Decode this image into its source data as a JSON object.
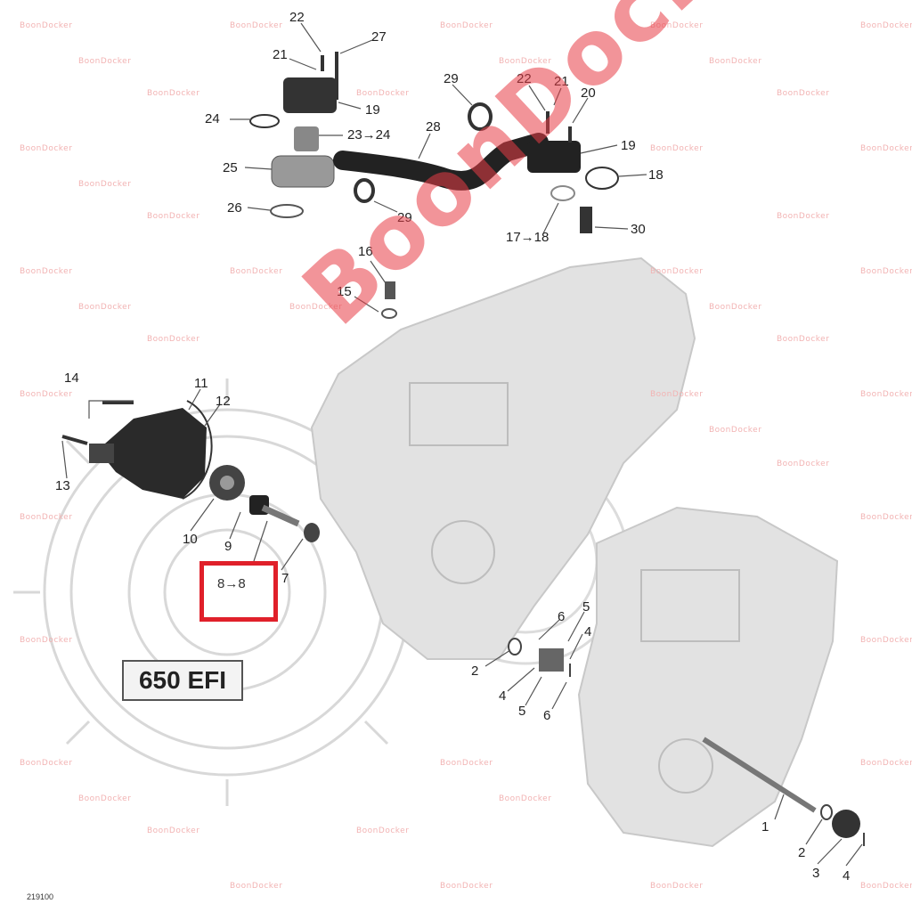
{
  "diagram": {
    "badge": "650 EFI",
    "reference_box": "8→8",
    "watermark": "BoonDocker",
    "small_watermark": "BoonDocker",
    "doc_code": "219100",
    "callouts": [
      "22",
      "27",
      "21",
      "19",
      "24",
      "23→24",
      "25",
      "26",
      "28",
      "29",
      "29",
      "22",
      "21",
      "20",
      "19",
      "18",
      "17→18",
      "30",
      "16",
      "15",
      "14",
      "11",
      "12",
      "13",
      "10",
      "9",
      "7",
      "6",
      "5",
      "4",
      "2",
      "4",
      "5",
      "6",
      "1",
      "2",
      "3",
      "4"
    ]
  }
}
